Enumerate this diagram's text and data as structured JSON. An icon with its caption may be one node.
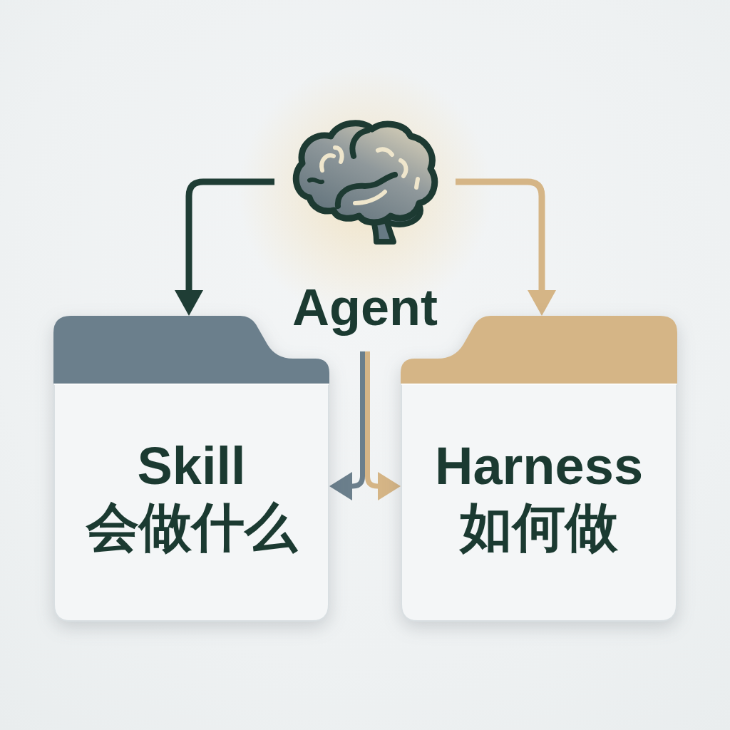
{
  "diagram": {
    "nodes": [
      {
        "text": [
          "Agent"
        ]
      },
      {
        "text": [
          "Skill",
          "会做什么"
        ]
      },
      {
        "text": [
          "Harness",
          "如何做"
        ]
      }
    ],
    "edges": [
      {
        "from": 0,
        "to": 1,
        "arrow": "to",
        "color": "#1f3d35"
      },
      {
        "from": 0,
        "to": 2,
        "arrow": "to",
        "color": "#d5b586"
      },
      {
        "from": 0,
        "to": 1,
        "arrow": "to",
        "color": "#6b7f8c"
      },
      {
        "from": 0,
        "to": 2,
        "arrow": "to",
        "color": "#d5b586"
      }
    ]
  }
}
